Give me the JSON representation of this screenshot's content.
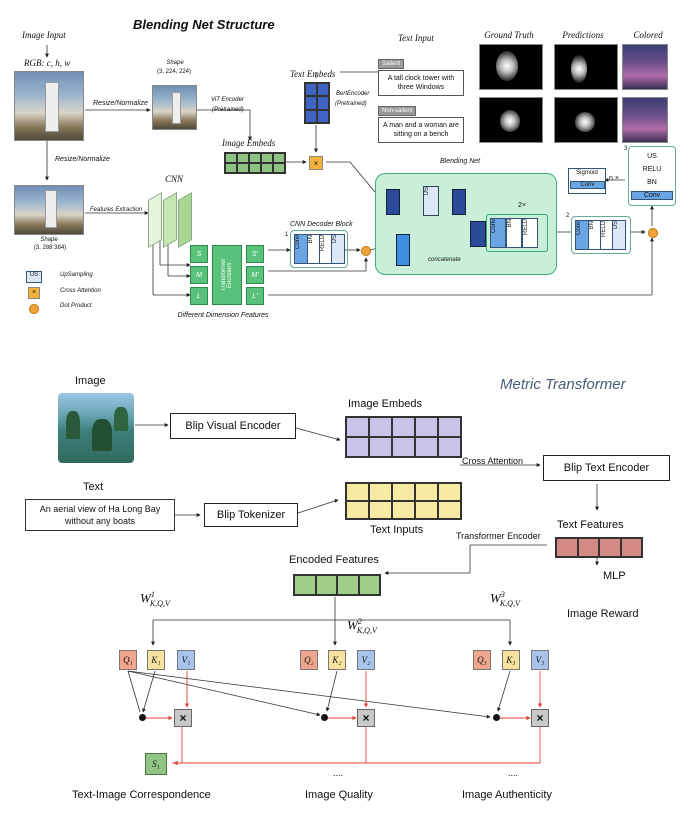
{
  "top": {
    "title": "Blending Net Structure",
    "image_input": "Image Input",
    "rgb": "RGB: c, h, w",
    "resize1": "Resize/Normalize",
    "resize2": "Resize/Normalize",
    "shape1_label": "Shape",
    "shape1_val": "(3, 224, 224)",
    "shape2_label": "Shape",
    "shape2_val": "(3, 288 384)",
    "vit1": "ViT Encoder",
    "vit2": "(Pretrained)",
    "image_embeds": "Image Embeds",
    "text_embeds": "Text Embeds",
    "bert1": "BertEncoder",
    "bert2": "(Pretrained)",
    "text_input": "Text Input",
    "salient_tag": "Salient",
    "salient_text": "A tall clock tower with three Windows",
    "nonsalient_tag": "Non-salient",
    "nonsalient_text": "A man and a woman are sitting on a bench",
    "col_gt": "Ground Truth",
    "col_pred": "Predictions",
    "col_colored": "Colored",
    "cnn": "CNN",
    "features_extraction": "Features Extraction",
    "transformer_encoders": "Transformer Encoders",
    "s": "S",
    "m": "M",
    "l": "L",
    "s2": "S'",
    "m2": "M'",
    "l2": "L'",
    "diff_dim": "Different Dimension Features",
    "cnn_decoder": "CNN Decoder Block",
    "dec_conv": "Conv",
    "dec_bn": "BN",
    "dec_relu": "RELU",
    "dec_us": "US",
    "num1": "1",
    "num2": "2",
    "blending_net": "Blending Net",
    "concatenate": "concatenate",
    "two_x": "2×",
    "n_x": "n ×",
    "sigmoid": "Sigmoid",
    "conv": "Conv",
    "us": "US",
    "relu": "RELU",
    "bn": "BN",
    "legend_us_key": "US",
    "legend_us": "UpSampling",
    "legend_ca": "Cross Attention",
    "legend_dp": "Dot Product"
  },
  "bottom": {
    "title": "Metric Transformer",
    "image_label": "Image",
    "text_label": "Text",
    "text_content": "An aerial view of Ha Long Bay without any boats",
    "blip_visual": "Blip Visual Encoder",
    "blip_tokenizer": "Blip Tokenizer",
    "image_embeds": "Image Embeds",
    "text_inputs": "Text Inputs",
    "cross_attention": "Cross Attention",
    "blip_text": "Blip Text Encoder",
    "text_features": "Text Features",
    "transformer_encoder": "Transformer Encoder",
    "encoded_features": "Encoded Features",
    "mlp": "MLP",
    "image_reward": "Image Reward",
    "w1": "W",
    "w1_sup": "1",
    "w1_sub": "K,Q,V",
    "w2": "W",
    "w2_sup": "2",
    "w2_sub": "K,Q,V",
    "w3": "W",
    "w3_sup": "3",
    "w3_sub": "K,Q,V",
    "q1": "Q₁",
    "k1": "K₁",
    "v1": "V₁",
    "q2": "Q₂",
    "k2": "K₂",
    "v2": "V₂",
    "q3": "Q₃",
    "k3": "K₃",
    "v3": "V₃",
    "times": "×",
    "s1": "S₁",
    "dots1": "....",
    "dots2": "....",
    "label1": "Text-Image Correspondence",
    "label2": "Image Quality",
    "label3": "Image Authenticity"
  },
  "colors": {
    "green_grid": "#8fc483",
    "blue_grid": "#3f63c2",
    "purple_grid": "#c9c4ea",
    "yellow_grid": "#f7eaa3",
    "red_grid": "#d38a84",
    "enc_green": "#9fcf86",
    "blend_bg": "#c9efd8",
    "red_arrow": "#e0403a"
  }
}
